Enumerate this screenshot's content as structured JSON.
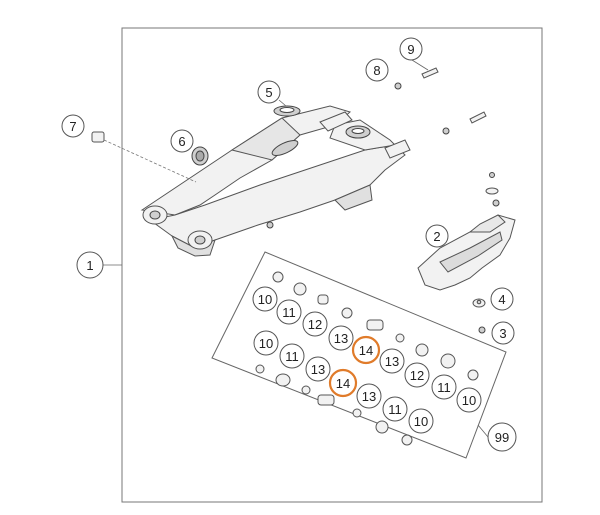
{
  "diagram": {
    "highlight_color": "#e07b2a",
    "line_color": "#555555",
    "callouts": [
      {
        "id": "c1",
        "label": "1",
        "highlight": false
      },
      {
        "id": "c2",
        "label": "2",
        "highlight": false
      },
      {
        "id": "c3",
        "label": "3",
        "highlight": false
      },
      {
        "id": "c4",
        "label": "4",
        "highlight": false
      },
      {
        "id": "c5",
        "label": "5",
        "highlight": false
      },
      {
        "id": "c6",
        "label": "6",
        "highlight": false
      },
      {
        "id": "c7",
        "label": "7",
        "highlight": false
      },
      {
        "id": "c8",
        "label": "8",
        "highlight": false
      },
      {
        "id": "c9",
        "label": "9",
        "highlight": false
      },
      {
        "id": "c99",
        "label": "99",
        "highlight": false
      },
      {
        "id": "k10a",
        "label": "10",
        "highlight": false
      },
      {
        "id": "k11a",
        "label": "11",
        "highlight": false
      },
      {
        "id": "k12a",
        "label": "12",
        "highlight": false
      },
      {
        "id": "k13a",
        "label": "13",
        "highlight": false
      },
      {
        "id": "k14a",
        "label": "14",
        "highlight": true
      },
      {
        "id": "k13b",
        "label": "13",
        "highlight": false
      },
      {
        "id": "k12b",
        "label": "12",
        "highlight": false
      },
      {
        "id": "k11b",
        "label": "11",
        "highlight": false
      },
      {
        "id": "k10b",
        "label": "10",
        "highlight": false
      },
      {
        "id": "k10c",
        "label": "10",
        "highlight": false
      },
      {
        "id": "k11c",
        "label": "11",
        "highlight": false
      },
      {
        "id": "k13c",
        "label": "13",
        "highlight": false
      },
      {
        "id": "k14b",
        "label": "14",
        "highlight": true
      },
      {
        "id": "k13d",
        "label": "13",
        "highlight": false
      },
      {
        "id": "k11d",
        "label": "11",
        "highlight": false
      },
      {
        "id": "k10d",
        "label": "10",
        "highlight": false
      }
    ]
  }
}
